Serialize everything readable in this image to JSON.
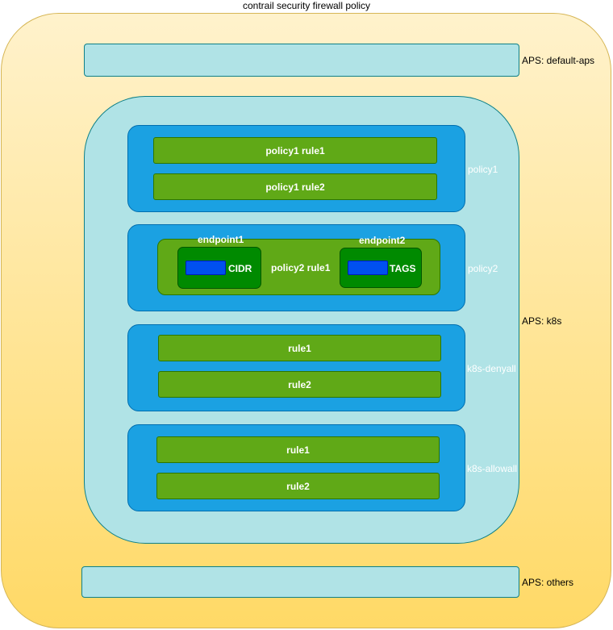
{
  "title": "contrail security firewall policy",
  "aps": {
    "default": "APS: default-aps",
    "k8s": "APS: k8s",
    "others": "APS: others"
  },
  "policies": {
    "policy1": {
      "name": "policy1",
      "rules": [
        "policy1 rule1",
        "policy1 rule2"
      ]
    },
    "policy2": {
      "name": "policy2",
      "rule": "policy2 rule1",
      "endpoint1": {
        "label": "endpoint1",
        "type": "CIDR"
      },
      "endpoint2": {
        "label": "endpoint2",
        "type": "TAGS"
      }
    },
    "denyall": {
      "name": "k8s-denyall",
      "rules": [
        "rule1",
        "rule2"
      ]
    },
    "allowall": {
      "name": "k8s-allowall",
      "rules": [
        "rule1",
        "rule2"
      ]
    }
  },
  "colors": {
    "outer_fill_top": "#fff2cc",
    "outer_fill_bottom": "#ffd966",
    "aps_fill": "#b0e3e6",
    "policy_fill": "#1ba1e2",
    "rule_fill": "#60a917",
    "endpoint_fill": "#008a00",
    "chip_fill": "#0050ef"
  }
}
